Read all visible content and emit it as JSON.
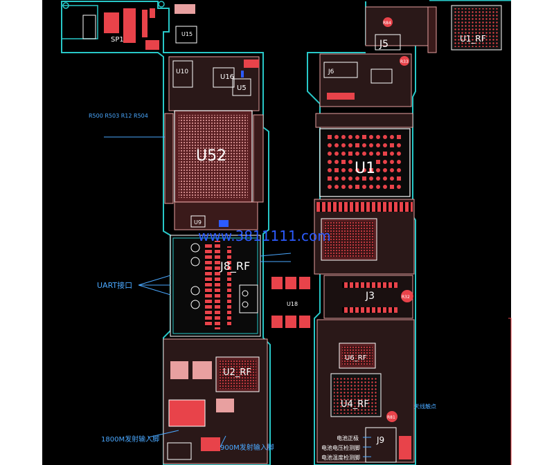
{
  "colors": {
    "background": "#000000",
    "outline": "#28c8c8",
    "pad": "#e8434a",
    "pink": "#e8a0a0",
    "white": "#ffffff",
    "blue_annotation": "#4aa8ff",
    "watermark": "#2c5bff"
  },
  "labels": {
    "u52": "U52",
    "u1": "U1",
    "j8_rf": "J8_RF",
    "u2_rf": "U2_RF",
    "u4_rf": "U4_RF",
    "u6_rf": "U6_RF",
    "u1_rf": "U1_RF",
    "j5": "J5",
    "j3": "J3",
    "j9": "J9",
    "j6": "J6",
    "sp1": "SP1",
    "u16": "U16",
    "u5": "U5",
    "u10": "U10",
    "u9": "U9",
    "u15": "U15",
    "u18": "U18",
    "r84": "R84",
    "r33": "R33",
    "r32": "R32",
    "r81": "R81",
    "uart": "UART接口",
    "resistors_top": "R500  R503  R12  R504",
    "ant1": "1800M发射输入脚",
    "ant2": "900M发射输入脚",
    "j9_note1": "电池正极",
    "j9_note2": "电池电压检测脚",
    "j9_note3": "电池温度检测脚",
    "right_note": "天线触点",
    "watermark": "www.3811111.com"
  }
}
